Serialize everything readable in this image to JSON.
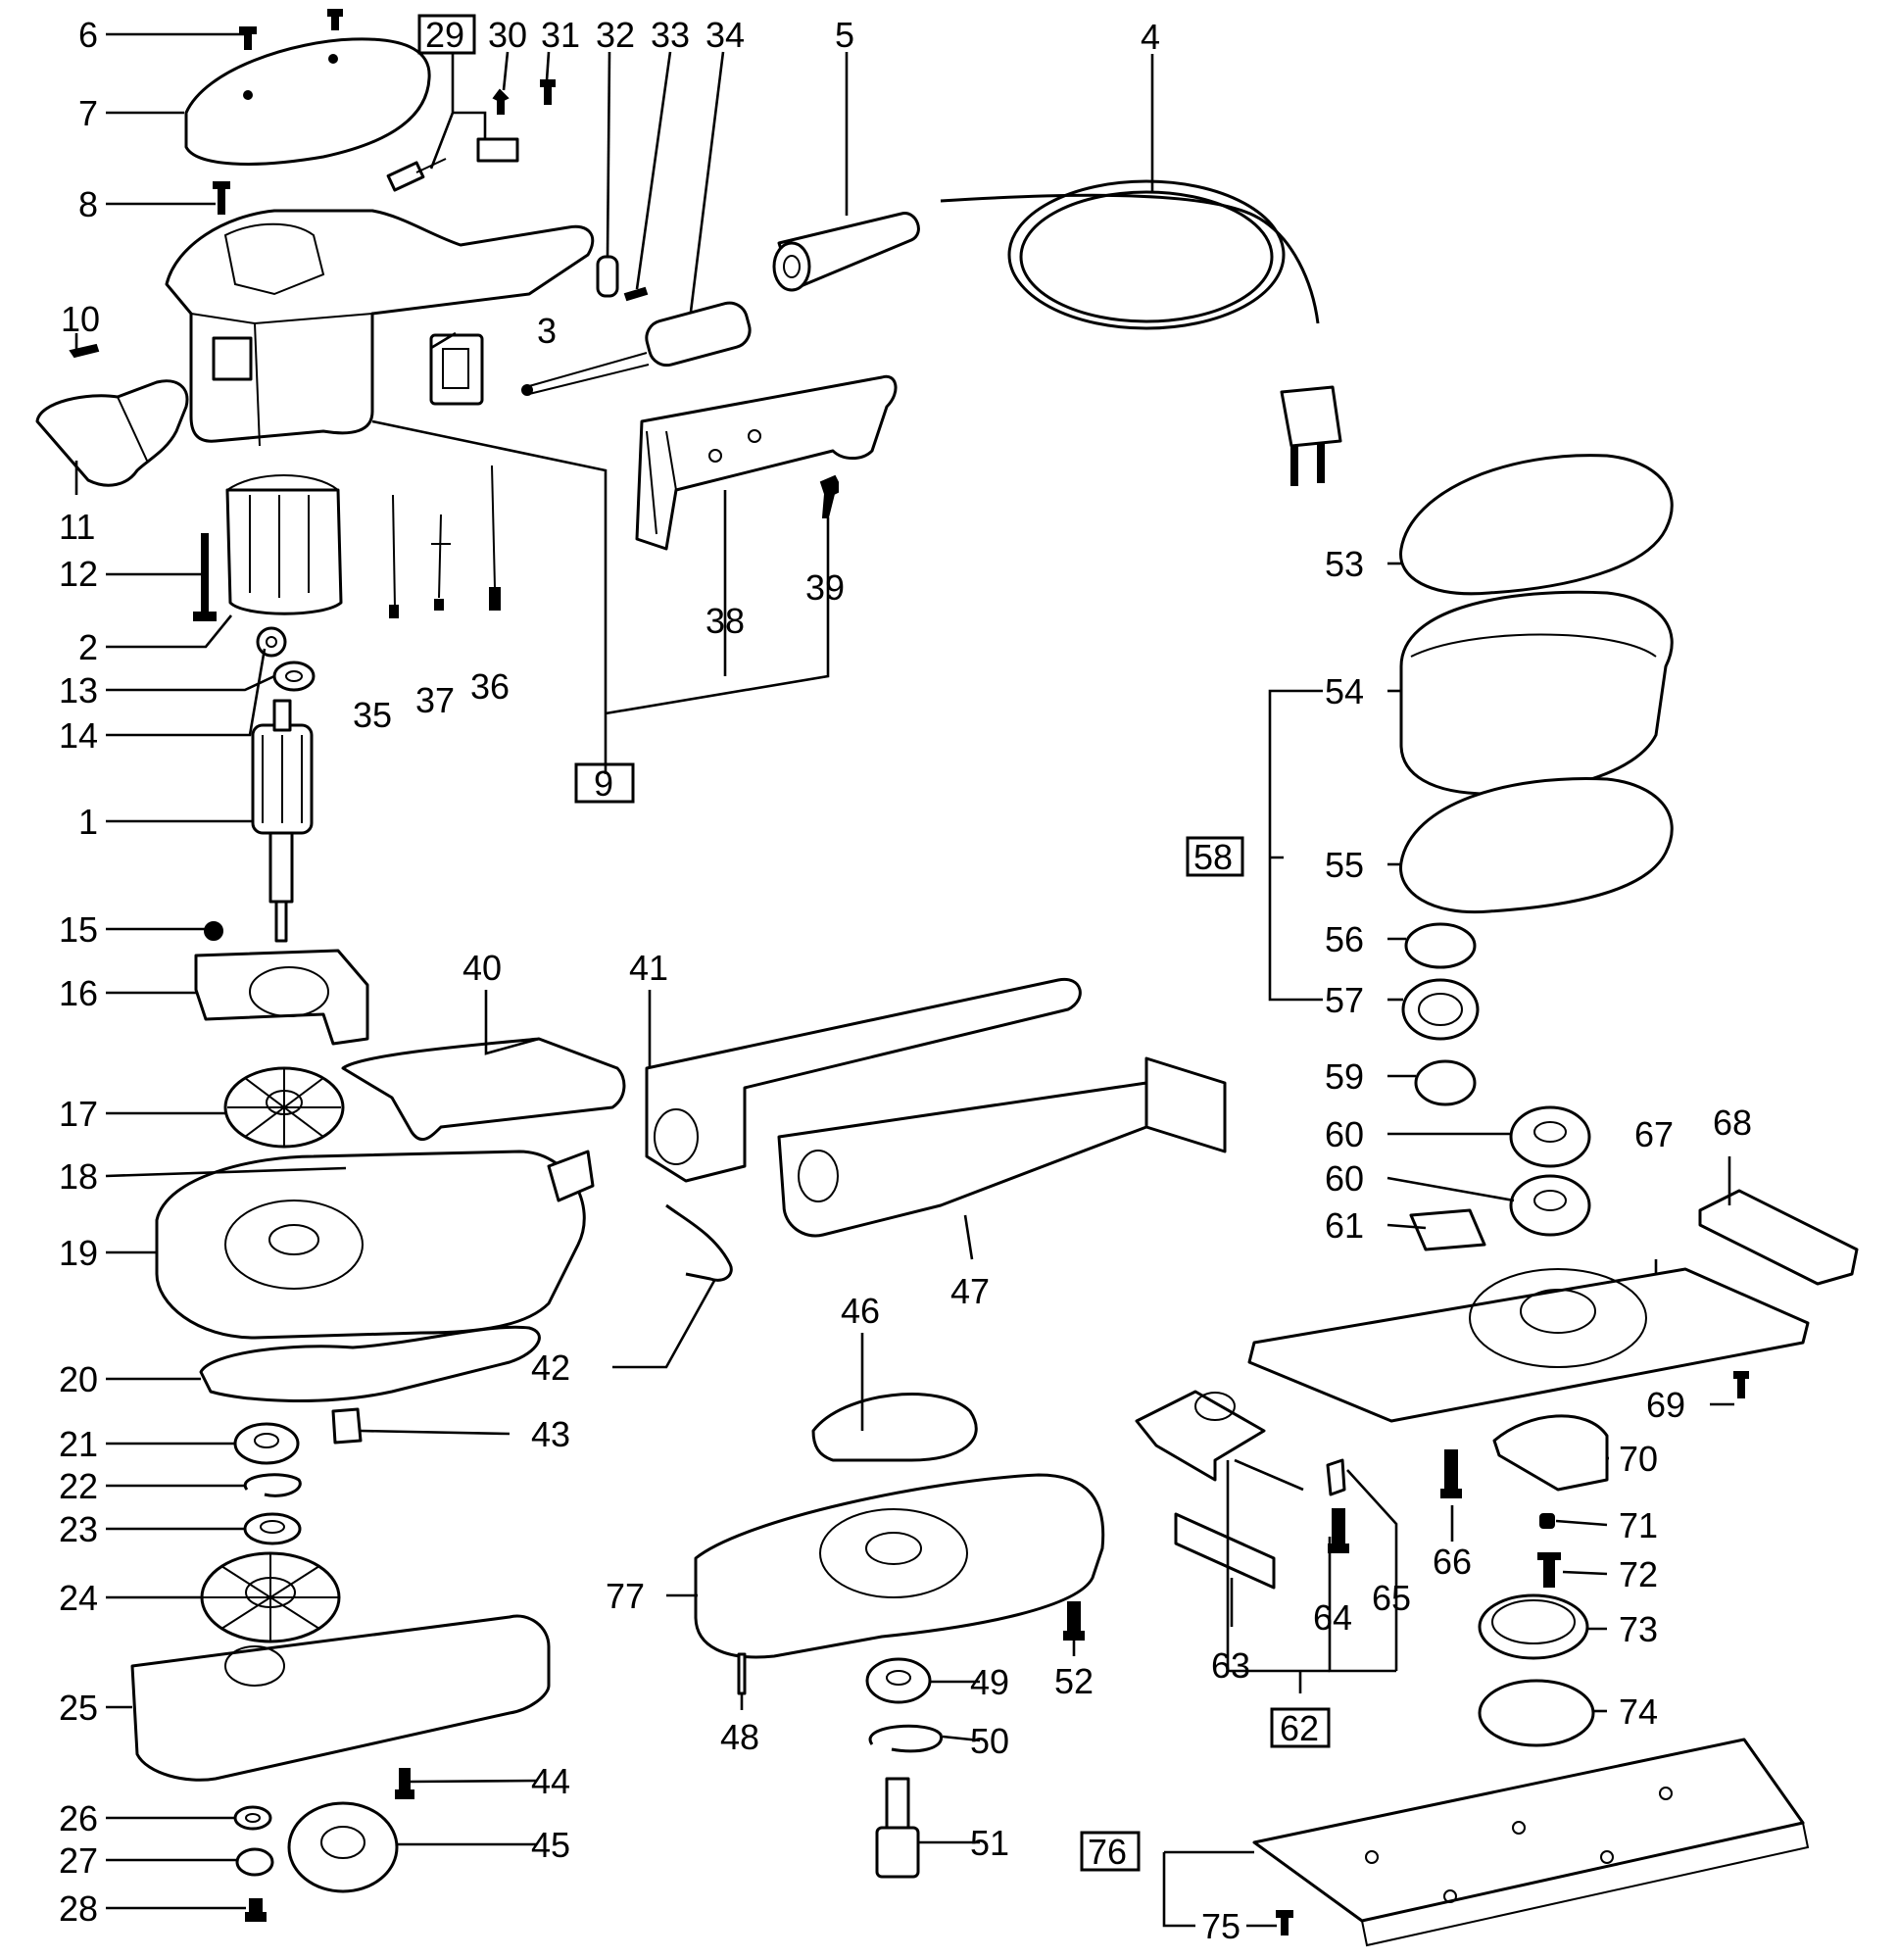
{
  "parts": [
    {
      "id": "1",
      "label": "1"
    },
    {
      "id": "2",
      "label": "2"
    },
    {
      "id": "3",
      "label": "3"
    },
    {
      "id": "4",
      "label": "4"
    },
    {
      "id": "5",
      "label": "5"
    },
    {
      "id": "6",
      "label": "6"
    },
    {
      "id": "7",
      "label": "7"
    },
    {
      "id": "8",
      "label": "8"
    },
    {
      "id": "9",
      "label": "9",
      "boxed": true
    },
    {
      "id": "10",
      "label": "10"
    },
    {
      "id": "11",
      "label": "11"
    },
    {
      "id": "12",
      "label": "12"
    },
    {
      "id": "13",
      "label": "13"
    },
    {
      "id": "14",
      "label": "14"
    },
    {
      "id": "15",
      "label": "15"
    },
    {
      "id": "16",
      "label": "16"
    },
    {
      "id": "17",
      "label": "17"
    },
    {
      "id": "18",
      "label": "18"
    },
    {
      "id": "19",
      "label": "19"
    },
    {
      "id": "20",
      "label": "20"
    },
    {
      "id": "21",
      "label": "21"
    },
    {
      "id": "22",
      "label": "22"
    },
    {
      "id": "23",
      "label": "23"
    },
    {
      "id": "24",
      "label": "24"
    },
    {
      "id": "25",
      "label": "25"
    },
    {
      "id": "26",
      "label": "26"
    },
    {
      "id": "27",
      "label": "27"
    },
    {
      "id": "28",
      "label": "28"
    },
    {
      "id": "29",
      "label": "29",
      "boxed": true
    },
    {
      "id": "30",
      "label": "30"
    },
    {
      "id": "31",
      "label": "31"
    },
    {
      "id": "32",
      "label": "32"
    },
    {
      "id": "33",
      "label": "33"
    },
    {
      "id": "34",
      "label": "34"
    },
    {
      "id": "35",
      "label": "35"
    },
    {
      "id": "36",
      "label": "36"
    },
    {
      "id": "37",
      "label": "37"
    },
    {
      "id": "38",
      "label": "38"
    },
    {
      "id": "39",
      "label": "39"
    },
    {
      "id": "40",
      "label": "40"
    },
    {
      "id": "41",
      "label": "41"
    },
    {
      "id": "42",
      "label": "42"
    },
    {
      "id": "43",
      "label": "43"
    },
    {
      "id": "44",
      "label": "44"
    },
    {
      "id": "45",
      "label": "45"
    },
    {
      "id": "46",
      "label": "46"
    },
    {
      "id": "47",
      "label": "47"
    },
    {
      "id": "48",
      "label": "48"
    },
    {
      "id": "49",
      "label": "49"
    },
    {
      "id": "50",
      "label": "50"
    },
    {
      "id": "51",
      "label": "51"
    },
    {
      "id": "52",
      "label": "52"
    },
    {
      "id": "53",
      "label": "53"
    },
    {
      "id": "54",
      "label": "54"
    },
    {
      "id": "55",
      "label": "55"
    },
    {
      "id": "56",
      "label": "56"
    },
    {
      "id": "57",
      "label": "57"
    },
    {
      "id": "58",
      "label": "58",
      "boxed": true
    },
    {
      "id": "59",
      "label": "59"
    },
    {
      "id": "60a",
      "label": "60"
    },
    {
      "id": "60b",
      "label": "60"
    },
    {
      "id": "61",
      "label": "61"
    },
    {
      "id": "62",
      "label": "62",
      "boxed": true
    },
    {
      "id": "63",
      "label": "63"
    },
    {
      "id": "64",
      "label": "64"
    },
    {
      "id": "65",
      "label": "65"
    },
    {
      "id": "66",
      "label": "66"
    },
    {
      "id": "67",
      "label": "67"
    },
    {
      "id": "68",
      "label": "68"
    },
    {
      "id": "69",
      "label": "69"
    },
    {
      "id": "70",
      "label": "70"
    },
    {
      "id": "71",
      "label": "71"
    },
    {
      "id": "72",
      "label": "72"
    },
    {
      "id": "73",
      "label": "73"
    },
    {
      "id": "74",
      "label": "74"
    },
    {
      "id": "75",
      "label": "75"
    },
    {
      "id": "76",
      "label": "76",
      "boxed": true
    },
    {
      "id": "77",
      "label": "77"
    }
  ]
}
